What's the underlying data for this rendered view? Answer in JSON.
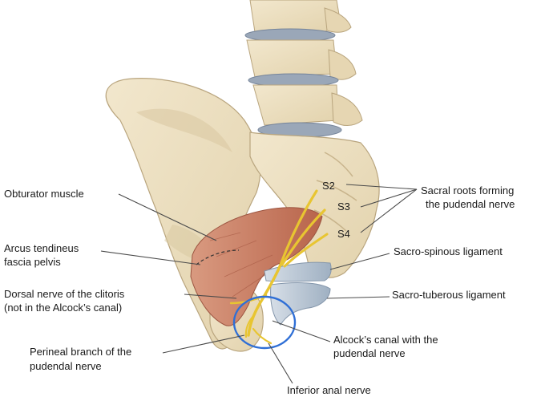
{
  "figure": {
    "labels": {
      "obturator_muscle": "Obturator muscle",
      "arcus_tendineus_line1": "Arcus tendineus",
      "arcus_tendineus_line2": "fascia pelvis",
      "dorsal_nerve_line1": "Dorsal nerve of the clitoris",
      "dorsal_nerve_line2": "(not in the Alcock’s canal)",
      "perineal_branch_line1": "Perineal branch of the",
      "perineal_branch_line2": "pudendal nerve",
      "inferior_anal_nerve": "Inferior anal nerve",
      "sacral_roots_line1": "Sacral roots forming",
      "sacral_roots_line2": "the pudendal nerve",
      "sacrospinous": "Sacro-spinous ligament",
      "sacrotuberous": "Sacro-tuberous ligament",
      "alcocks_canal_line1": "Alcock’s canal with the",
      "alcocks_canal_line2": "pudendal nerve"
    },
    "sacral_roots": [
      "S2",
      "S3",
      "S4"
    ],
    "colors": {
      "bone": "#ede0c2",
      "bone_shadow": "#d8c7a0",
      "bone_outline": "#b9a57e",
      "disc": "#9aa7b8",
      "muscle": "#c9785f",
      "ligament": "#b9c6d4",
      "nerve": "#e8c531",
      "highlight_circle": "#2f6fd6"
    }
  }
}
